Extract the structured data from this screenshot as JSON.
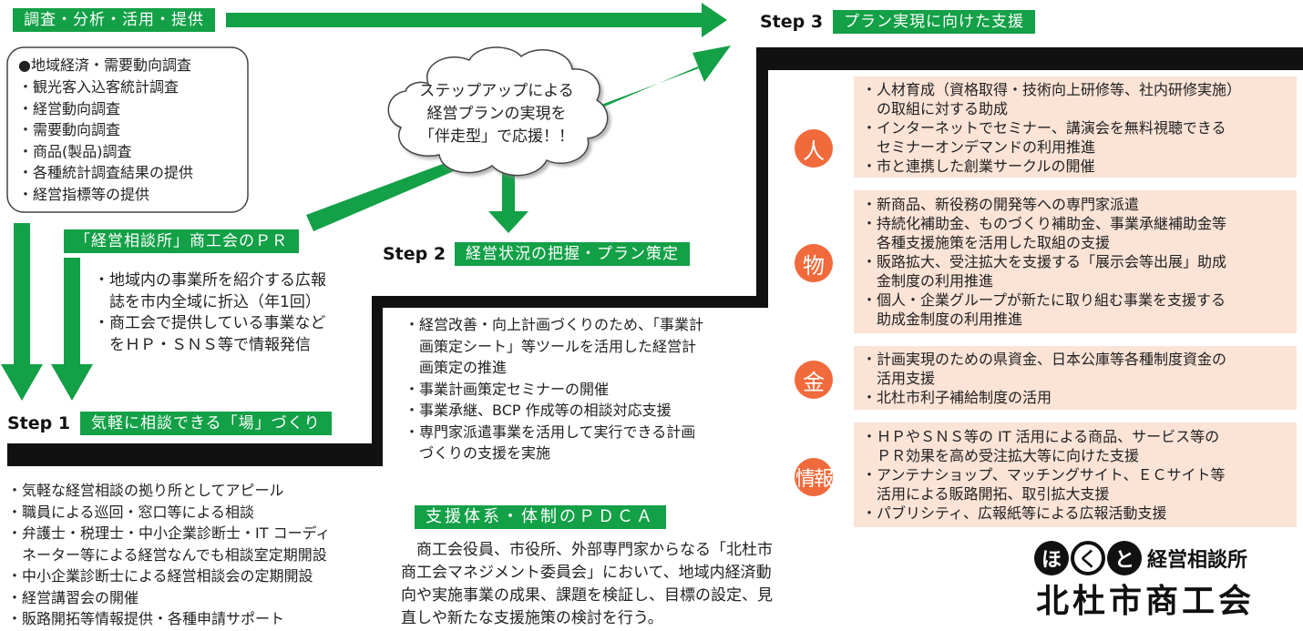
{
  "colors": {
    "green": "#13a047",
    "black": "#111111",
    "salmon": "#fbe3d6",
    "orange": "#f06a3c"
  },
  "top_tag": "調査・分析・活用・提供",
  "survey": {
    "heading": "●地域経済・需要動向調査",
    "items": [
      "・観光客入込客統計調査",
      "・経営動向調査",
      "・需要動向調査",
      "・商品(製品)調査",
      "・各種統計調査結果の提供",
      "・経営指標等の提供"
    ]
  },
  "cloud": {
    "lines": [
      "ステップアップによる",
      "経営プランの実現を",
      "「伴走型」で応援！！"
    ]
  },
  "pr": {
    "tag": "「経営相談所」商工会のＰＲ",
    "items": [
      "・地域内の事業所を紹介する広報\n　誌を市内全域に折込（年1回）",
      "・商工会で提供している事業など\n　をＨＰ・ＳＮＳ等で情報発信"
    ]
  },
  "step1": {
    "label": "Step 1",
    "tag": "気軽に相談できる「場」づくり",
    "items": [
      "・気軽な経営相談の拠り所としてアピール",
      "・職員による巡回・窓口等による相談",
      "・弁護士・税理士・中小企業診断士・IT コーディ\n　ネーター等による経営なんでも相談室定期開設",
      "・中小企業診断士による経営相談会の定期開設",
      "・経営講習会の開催",
      "・販路開拓等情報提供・各種申請サポート"
    ]
  },
  "step2": {
    "label": "Step 2",
    "tag": "経営状況の把握・プラン策定",
    "items": [
      "・経営改善・向上計画づくりのため、「事業計\n　画策定シート」等ツールを活用した経営計\n　画策定の推進",
      "・事業計画策定セミナーの開催",
      "・事業承継、BCP 作成等の相談対応支援",
      "・専門家派遣事業を活用して実行できる計画\n　づくりの支援を実施"
    ]
  },
  "step3": {
    "label": "Step 3",
    "tag": "プラン実現に向けた支援"
  },
  "categories": [
    {
      "label": "人",
      "items": [
        "・人材育成（資格取得・技術向上研修等、社内研修実施）\n　の取組に対する助成",
        "・インターネットでセミナー、講演会を無料視聴できる\n　セミナーオンデマンドの利用推進",
        "・市と連携した創業サークルの開催"
      ]
    },
    {
      "label": "物",
      "items": [
        "・新商品、新役務の開発等への専門家派遣",
        "・持続化補助金、ものづくり補助金、事業承継補助金等\n　各種支援施策を活用した取組の支援",
        "・販路拡大、受注拡大を支援する「展示会等出展」助成\n　金制度の利用推進",
        "・個人・企業グループが新たに取り組む事業を支援する\n　助成金制度の利用推進"
      ]
    },
    {
      "label": "金",
      "items": [
        "・計画実現のための県資金、日本公庫等各種制度資金の\n　活用支援",
        "・北杜市利子補給制度の活用"
      ]
    },
    {
      "label": "情報",
      "items": [
        "・ＨＰやＳＮＳ等の IT 活用による商品、サービス等の\n　ＰＲ効果を高め受注拡大等に向けた支援",
        "・アンテナショップ、マッチングサイト、ＥＣサイト等\n　活用による販路開拓、取引拡大支援",
        "・パブリシティ、広報紙等による広報活動支援"
      ]
    }
  ],
  "pdca": {
    "tag": "支援体系・体制のＰＤＣＡ",
    "text": "　商工会役員、市役所、外部専門家からなる「北杜市\n商工会マネジメント委員会」において、地域内経済動\n向や実施事業の成果、課題を検証し、目標の設定、見\n直しや新たな支援施策の検討を行う。"
  },
  "logo": {
    "circles": [
      "ほ",
      "く",
      "と"
    ],
    "line1": "経営相談所",
    "line2": "北杜市商工会"
  }
}
